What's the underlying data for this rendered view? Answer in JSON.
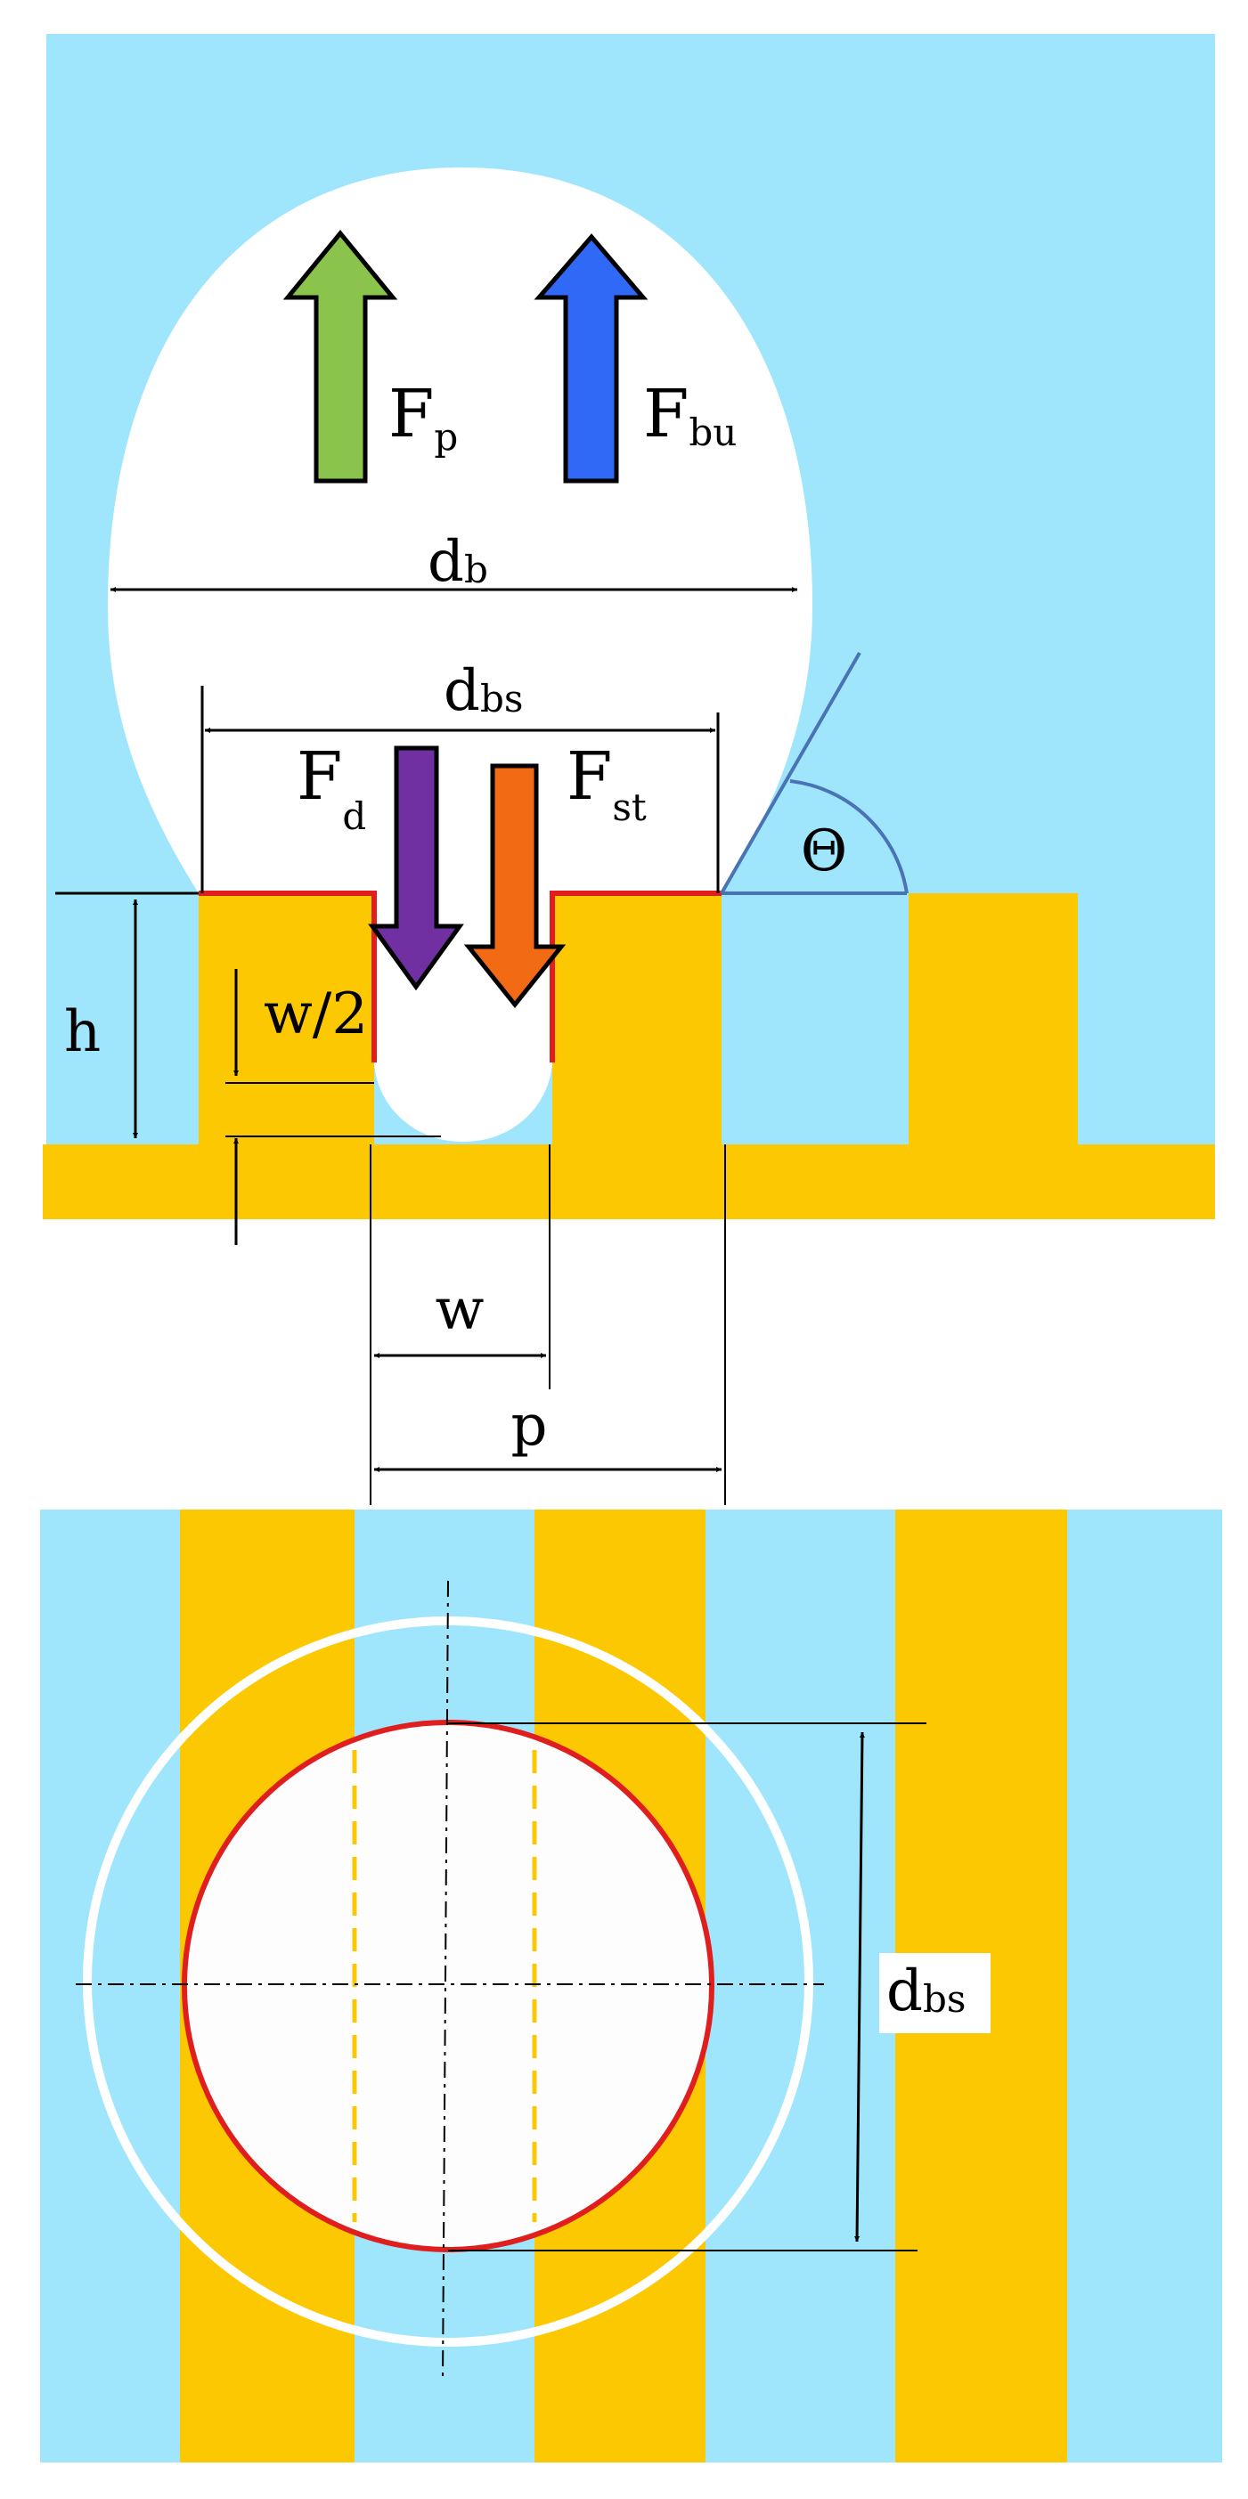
{
  "colors": {
    "liquid": "#9fe6fd",
    "solid": "#fcc802",
    "vapor": "#ffffff",
    "contact_line": "#e01e1e",
    "pressure_force": "#8ac44c",
    "buoyancy_force": "#2f69f5",
    "drag_force": "#7130a1",
    "surface_tension_force": "#f26a14",
    "contact_angle": "#4a73b5",
    "dimension_line": "#000000"
  },
  "forces": {
    "pressure": {
      "main": "F",
      "sub": "p"
    },
    "buoyancy": {
      "main": "F",
      "sub": "bu"
    },
    "drag": {
      "main": "F",
      "sub": "d"
    },
    "surface_tension": {
      "main": "F",
      "sub": "st"
    }
  },
  "dimensions": {
    "bubble_diameter": {
      "main": "d",
      "sub": "b"
    },
    "bubble_base_diameter": {
      "main": "d",
      "sub": "bs"
    },
    "fin_height": "h",
    "half_width": "w/2",
    "groove_width": "w",
    "pitch": "p",
    "contact_angle": "Θ"
  },
  "top_view": {
    "base_diameter_label": {
      "main": "d",
      "sub": "bs"
    }
  }
}
